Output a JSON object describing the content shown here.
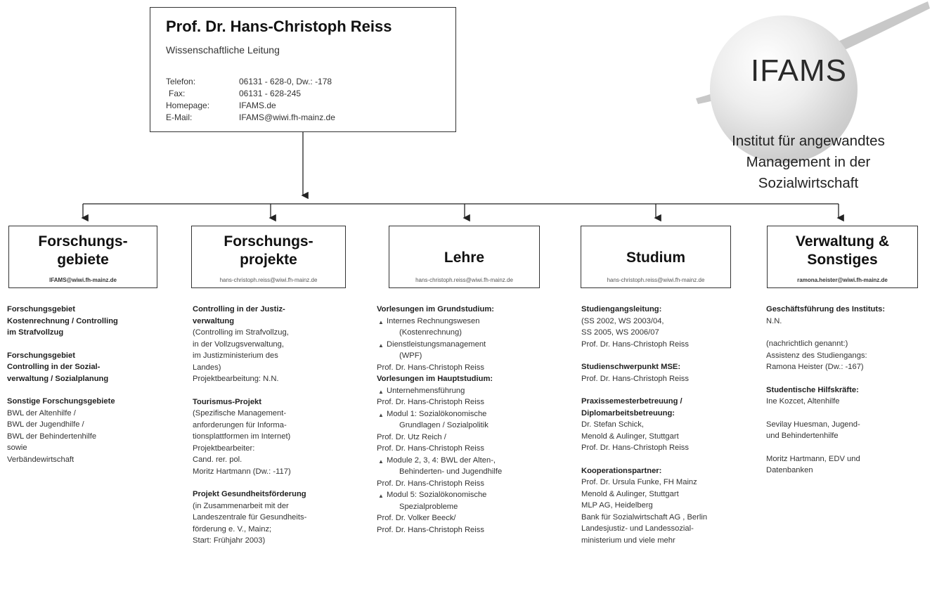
{
  "top": {
    "name": "Prof. Dr. Hans-Christoph Reiss",
    "role": "Wissenschaftliche Leitung",
    "contacts": [
      {
        "label": "Telefon:",
        "value": "06131 - 628-0, Dw.: -178"
      },
      {
        "label": "Fax:",
        "value": "06131 - 628-245"
      },
      {
        "label": "Homepage:",
        "value": "IFAMS.de"
      },
      {
        "label": "E-Mail:",
        "value": "IFAMS@wiwi.fh-mainz.de"
      }
    ]
  },
  "logo": {
    "text": "IFAMS",
    "institute_lines": [
      "Institut für angewandtes",
      "Management in der",
      "Sozialwirtschaft"
    ]
  },
  "headers": [
    {
      "title_lines": [
        "Forschungs-",
        "gebiete"
      ],
      "email": "IFAMS@wiwi.fh-mainz.de"
    },
    {
      "title_lines": [
        "Forschungs-",
        "projekte"
      ],
      "email": "hans-christoph.reiss@wiwi.fh-mainz.de"
    },
    {
      "title_lines": [
        "Lehre"
      ],
      "email": "hans-christoph.reiss@wiwi.fh-mainz.de"
    },
    {
      "title_lines": [
        "Studium"
      ],
      "email": "hans-christoph.reiss@wiwi.fh-mainz.de"
    },
    {
      "title_lines": [
        "Verwaltung &",
        "Sonstiges"
      ],
      "email": "ramona.heister@wiwi.fh-mainz.de"
    }
  ],
  "columns": [
    [
      {
        "t": "Forschungsgebiet",
        "s": "b"
      },
      {
        "t": "Kostenrechnung / Controlling",
        "s": "b"
      },
      {
        "t": "im Strafvollzug",
        "s": "b"
      },
      {
        "t": "",
        "s": "gap"
      },
      {
        "t": "Forschungsgebiet",
        "s": "b"
      },
      {
        "t": "Controlling in der Sozial-",
        "s": "b"
      },
      {
        "t": "verwaltung / Sozialplanung",
        "s": "b"
      },
      {
        "t": "",
        "s": "gap"
      },
      {
        "t": "Sonstige Forschungsgebiete",
        "s": "b"
      },
      {
        "t": "BWL der Altenhilfe /",
        "s": "n"
      },
      {
        "t": "BWL der Jugendhilfe /",
        "s": "n"
      },
      {
        "t": "BWL der Behindertenhilfe",
        "s": "n"
      },
      {
        "t": "sowie",
        "s": "n"
      },
      {
        "t": "Verbändewirtschaft",
        "s": "n"
      }
    ],
    [
      {
        "t": "Controlling in der Justiz-",
        "s": "b"
      },
      {
        "t": "verwaltung",
        "s": "b"
      },
      {
        "t": "(Controlling im Strafvollzug,",
        "s": "n"
      },
      {
        "t": "in der Vollzugsverwaltung,",
        "s": "n"
      },
      {
        "t": "im Justizministerium des",
        "s": "n"
      },
      {
        "t": "Landes)",
        "s": "n"
      },
      {
        "t": "Projektbearbeitung: N.N.",
        "s": "n"
      },
      {
        "t": "",
        "s": "gap"
      },
      {
        "t": "Tourismus-Projekt",
        "s": "b"
      },
      {
        "t": "(Spezifische Management-",
        "s": "n"
      },
      {
        "t": "anforderungen für Informa-",
        "s": "n"
      },
      {
        "t": "tionsplattformen im Internet)",
        "s": "n"
      },
      {
        "t": "Projektbearbeiter:",
        "s": "n"
      },
      {
        "t": "Cand. rer. pol.",
        "s": "n"
      },
      {
        "t": "Moritz Hartmann (Dw.: -117)",
        "s": "n"
      },
      {
        "t": "",
        "s": "gap"
      },
      {
        "t": "Projekt Gesundheitsförderung",
        "s": "b"
      },
      {
        "t": "(in Zusammenarbeit mit der",
        "s": "n"
      },
      {
        "t": "Landeszentrale für Gesundheits-",
        "s": "n"
      },
      {
        "t": "förderung e. V., Mainz;",
        "s": "n"
      },
      {
        "t": "Start: Frühjahr 2003)",
        "s": "n"
      }
    ],
    [
      {
        "t": "Vorlesungen im Grundstudium:",
        "s": "b"
      },
      {
        "t": "Internes Rechnungswesen",
        "s": "bul"
      },
      {
        "t": "(Kostenrechnung)",
        "s": "ind"
      },
      {
        "t": "Dienstleistungsmanagement",
        "s": "bul"
      },
      {
        "t": "(WPF)",
        "s": "ind"
      },
      {
        "t": "Prof. Dr. Hans-Christoph Reiss",
        "s": "n"
      },
      {
        "t": "Vorlesungen im Hauptstudium:",
        "s": "b"
      },
      {
        "t": "Unternehmensführung",
        "s": "bul"
      },
      {
        "t": "Prof. Dr. Hans-Christoph Reiss",
        "s": "n"
      },
      {
        "t": "Modul 1: Sozialökonomische",
        "s": "bul"
      },
      {
        "t": "Grundlagen / Sozialpolitik",
        "s": "ind"
      },
      {
        "t": "Prof. Dr. Utz Reich /",
        "s": "n"
      },
      {
        "t": "Prof. Dr. Hans-Christoph Reiss",
        "s": "n"
      },
      {
        "t": "Module 2, 3, 4: BWL der Alten-,",
        "s": "bul"
      },
      {
        "t": "Behinderten- und Jugendhilfe",
        "s": "ind"
      },
      {
        "t": "Prof. Dr. Hans-Christoph Reiss",
        "s": "n"
      },
      {
        "t": "Modul 5: Sozialökonomische",
        "s": "bul"
      },
      {
        "t": "Spezialprobleme",
        "s": "ind"
      },
      {
        "t": "Prof. Dr. Volker Beeck/",
        "s": "n"
      },
      {
        "t": "Prof. Dr. Hans-Christoph Reiss",
        "s": "n"
      }
    ],
    [
      {
        "t": "Studiengangsleitung:",
        "s": "b"
      },
      {
        "t": "(SS 2002, WS 2003/04,",
        "s": "n"
      },
      {
        "t": "SS 2005, WS 2006/07",
        "s": "n"
      },
      {
        "t": "Prof. Dr. Hans-Christoph Reiss",
        "s": "n"
      },
      {
        "t": "",
        "s": "gap"
      },
      {
        "t": "Studienschwerpunkt MSE:",
        "s": "b"
      },
      {
        "t": "Prof. Dr. Hans-Christoph Reiss",
        "s": "n"
      },
      {
        "t": "",
        "s": "gap"
      },
      {
        "t": "Praxissemesterbetreuung /",
        "s": "b"
      },
      {
        "t": "Diplomarbeitsbetreuung:",
        "s": "b"
      },
      {
        "t": "Dr. Stefan Schick,",
        "s": "n"
      },
      {
        "t": "Menold & Aulinger, Stuttgart",
        "s": "n"
      },
      {
        "t": "Prof. Dr. Hans-Christoph Reiss",
        "s": "n"
      },
      {
        "t": "",
        "s": "gap"
      },
      {
        "t": "Kooperationspartner:",
        "s": "b"
      },
      {
        "t": "Prof. Dr. Ursula Funke, FH Mainz",
        "s": "n"
      },
      {
        "t": "Menold & Aulinger, Stuttgart",
        "s": "n"
      },
      {
        "t": "MLP AG, Heidelberg",
        "s": "n"
      },
      {
        "t": "Bank für Sozialwirtschaft AG , Berlin",
        "s": "n"
      },
      {
        "t": "Landesjustiz- und Landessozial-",
        "s": "n"
      },
      {
        "t": "ministerium und viele mehr",
        "s": "n"
      }
    ],
    [
      {
        "t": "Geschäftsführung des Instituts:",
        "s": "b"
      },
      {
        "t": "N.N.",
        "s": "n"
      },
      {
        "t": "",
        "s": "gap"
      },
      {
        "t": "(nachrichtlich genannt:)",
        "s": "n"
      },
      {
        "t": "Assistenz des Studiengangs:",
        "s": "n"
      },
      {
        "t": "Ramona Heister (Dw.: -167)",
        "s": "n"
      },
      {
        "t": "",
        "s": "gap"
      },
      {
        "t": "Studentische Hilfskräfte:",
        "s": "b"
      },
      {
        "t": "Ine Kozcet, Altenhilfe",
        "s": "n"
      },
      {
        "t": "",
        "s": "gap"
      },
      {
        "t": "Sevilay Huesman, Jugend-",
        "s": "n"
      },
      {
        "t": "und Behindertenhilfe",
        "s": "n"
      },
      {
        "t": "",
        "s": "gap"
      },
      {
        "t": "Moritz Hartmann, EDV und",
        "s": "n"
      },
      {
        "t": "Datenbanken",
        "s": "n"
      }
    ]
  ]
}
